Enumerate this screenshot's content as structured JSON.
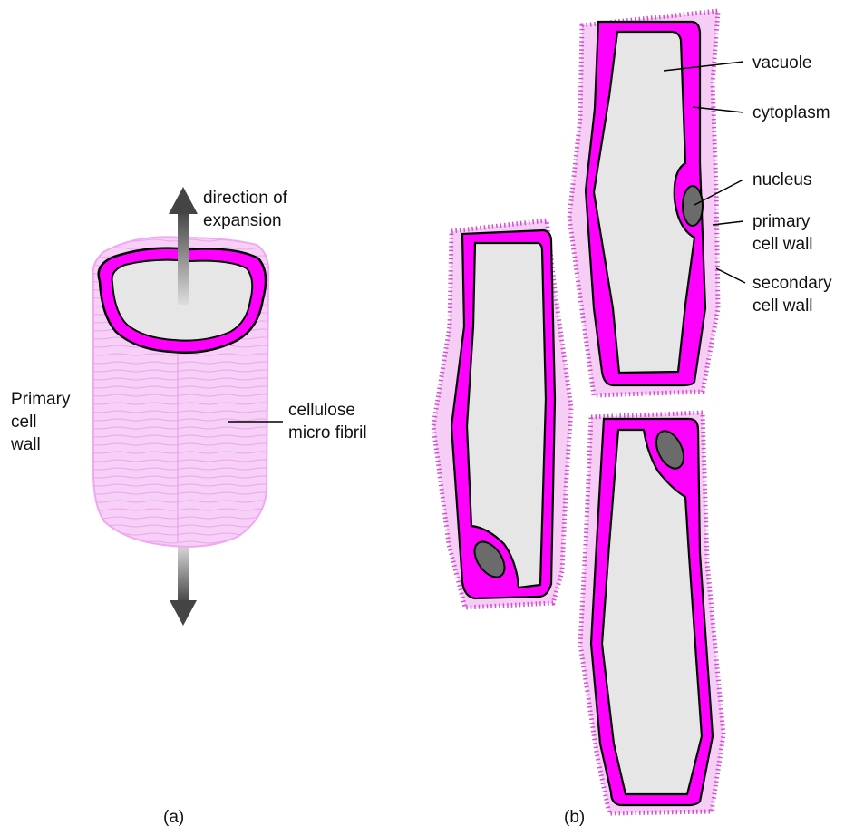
{
  "panel_a": {
    "caption": "(a)",
    "direction_label": [
      "direction of",
      "expansion"
    ],
    "wall_label": [
      "Primary",
      "cell",
      "wall"
    ],
    "fibril_label": [
      "cellulose",
      "micro fibril"
    ]
  },
  "panel_b": {
    "caption": "(b)",
    "labels": {
      "vacuole": "vacuole",
      "cytoplasm": "cytoplasm",
      "nucleus": "nucleus",
      "primary_wall": [
        "primary",
        "cell wall"
      ],
      "secondary_wall": [
        "secondary",
        "cell wall"
      ]
    }
  },
  "colors": {
    "cytoplasm": "#ff00ff",
    "vacuole": "#e6e6e6",
    "secondary_wall": "#f5cdf5",
    "nucleus": "#6b6b6b",
    "arrow": "#555555"
  }
}
